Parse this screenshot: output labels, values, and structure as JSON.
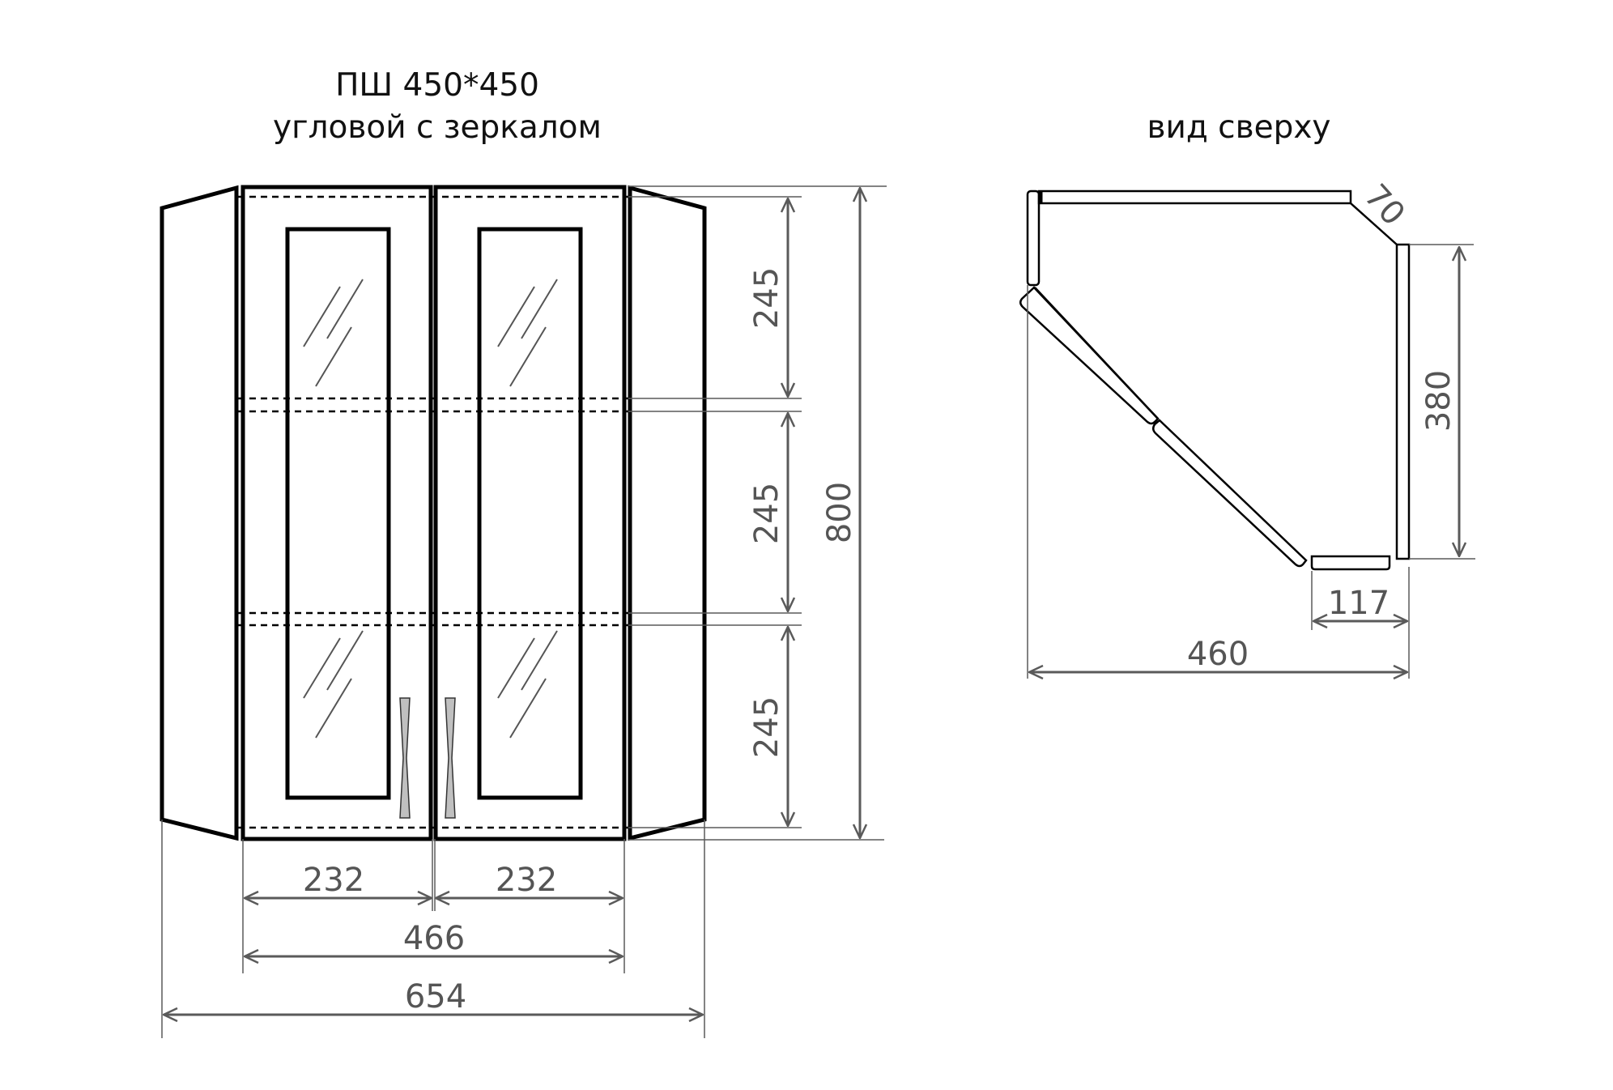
{
  "front_view": {
    "title_line1": "ПШ 450*450",
    "title_line2": "угловой с зеркалом",
    "dimensions": {
      "section_height_top": "245",
      "section_height_middle": "245",
      "section_height_bottom": "245",
      "total_height": "800",
      "door_width_left": "232",
      "door_width_right": "232",
      "front_width": "466",
      "overall_width": "654"
    }
  },
  "top_view": {
    "title": "вид сверху",
    "dimensions": {
      "chamfer": "70",
      "side_depth": "380",
      "end_width": "117",
      "overall_width": "460"
    }
  },
  "colors": {
    "outline": "#000000",
    "dimension": "#5a5a5a",
    "handle_fill": "#c0c0c0",
    "glass_hatch": "#555555"
  }
}
